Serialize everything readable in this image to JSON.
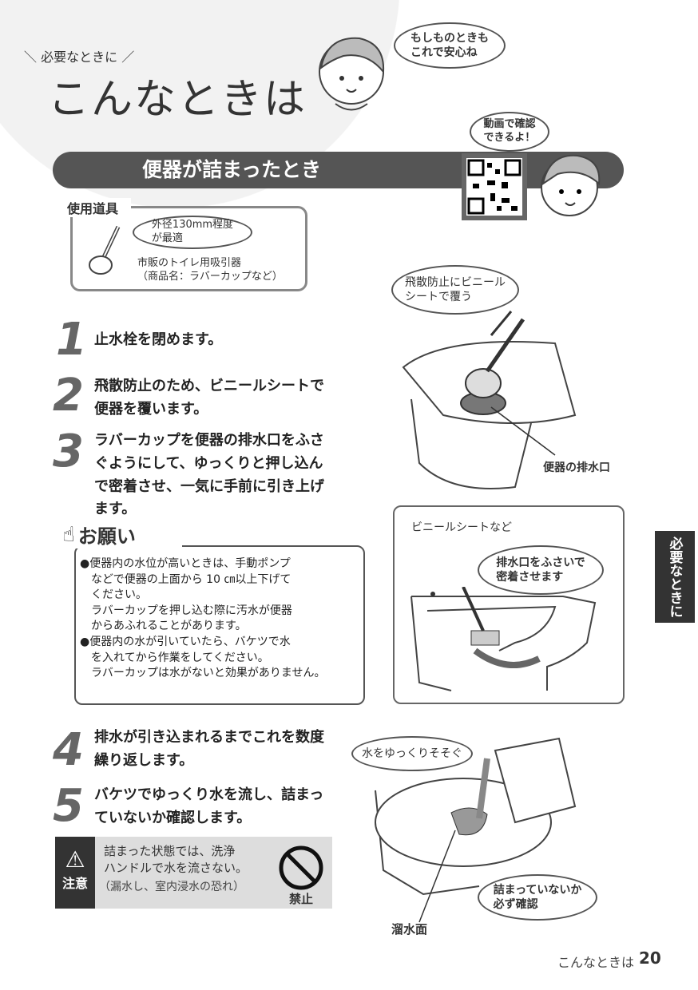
{
  "header": {
    "kicker": "必要なときに",
    "title": "こんなときは"
  },
  "bubbles": {
    "girl_top": "もしものときも\nこれで安心ね",
    "girl_video": "動画で確認\nできるよ！",
    "sheet": "飛散防止にビニール\nシートで覆う",
    "seal": "排水口をふさいで\n密着させます",
    "pour": "水をゆっくりそそぐ",
    "check": "詰まっていないか\n必ず確認",
    "tool_size": "外径130mm程度\nが最適"
  },
  "section": {
    "title": "便器が詰まったとき"
  },
  "tools": {
    "label": "使用道具",
    "desc": "市販のトイレ用吸引器",
    "name": "（商品名：ラバーカップなど）"
  },
  "steps": [
    {
      "num": "1",
      "text": "止水栓を閉めます。"
    },
    {
      "num": "2",
      "text": "飛散防止のため、ビニールシートで\n便器を覆います。"
    },
    {
      "num": "3",
      "text": "ラバーカップを便器の排水口をふさ\nぐようにして、ゆっくりと押し込ん\nで密着させ、一気に手前に引き上げ\nます。"
    },
    {
      "num": "4",
      "text": "排水が引き込まれるまでこれを数度\n繰り返します。"
    },
    {
      "num": "5",
      "text": "バケツでゆっくり水を流し、詰まっ\nていないか確認します。"
    }
  ],
  "request": {
    "title": "お願い",
    "text": "●便器内の水位が高いときは、手動ポンプ\n　などで便器の上面から 10 ㎝以上下げて\n　ください。\n　ラバーカップを押し込む際に汚水が便器\n　からあふれることがあります。\n●便器内の水が引いていたら、バケツで水\n　を入れてから作業をしてください。\n　ラバーカップは水がないと効果がありません。"
  },
  "caution": {
    "label": "注意",
    "text": "詰まった状態では、洗浄\nハンドルで水を流さない。",
    "sub": "（漏水し、室内浸水の恐れ）",
    "prohibit": "禁止"
  },
  "labels": {
    "drain": "便器の排水口",
    "sheet_etc": "ビニールシートなど",
    "water_surface": "溜水面"
  },
  "side_tab": "必要なときに",
  "footer": {
    "section": "こんなときは",
    "page": "20"
  },
  "colors": {
    "dark": "#555555",
    "panel_gray": "#dddddd"
  }
}
